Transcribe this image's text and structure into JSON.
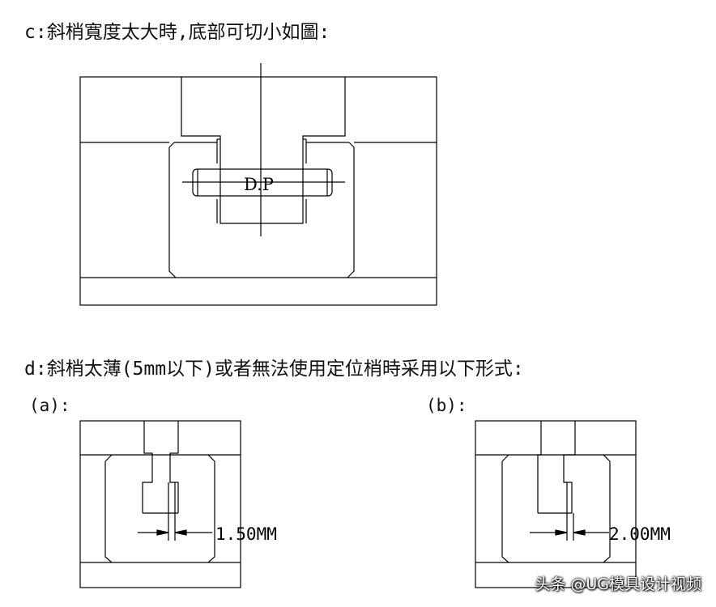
{
  "section_c": {
    "heading": "c:斜梢寬度太大時,底部可切小如圖:",
    "dp_label": "D.P"
  },
  "section_d": {
    "heading": "d:斜梢太薄(5mm以下)或者無法使用定位梢時采用以下形式:",
    "figure_a": {
      "label": "(a):",
      "dimension": "1.50MM"
    },
    "figure_b": {
      "label": "(b):",
      "dimension": "2.00MM"
    }
  },
  "watermark": "头条 @UG模具设计视频"
}
